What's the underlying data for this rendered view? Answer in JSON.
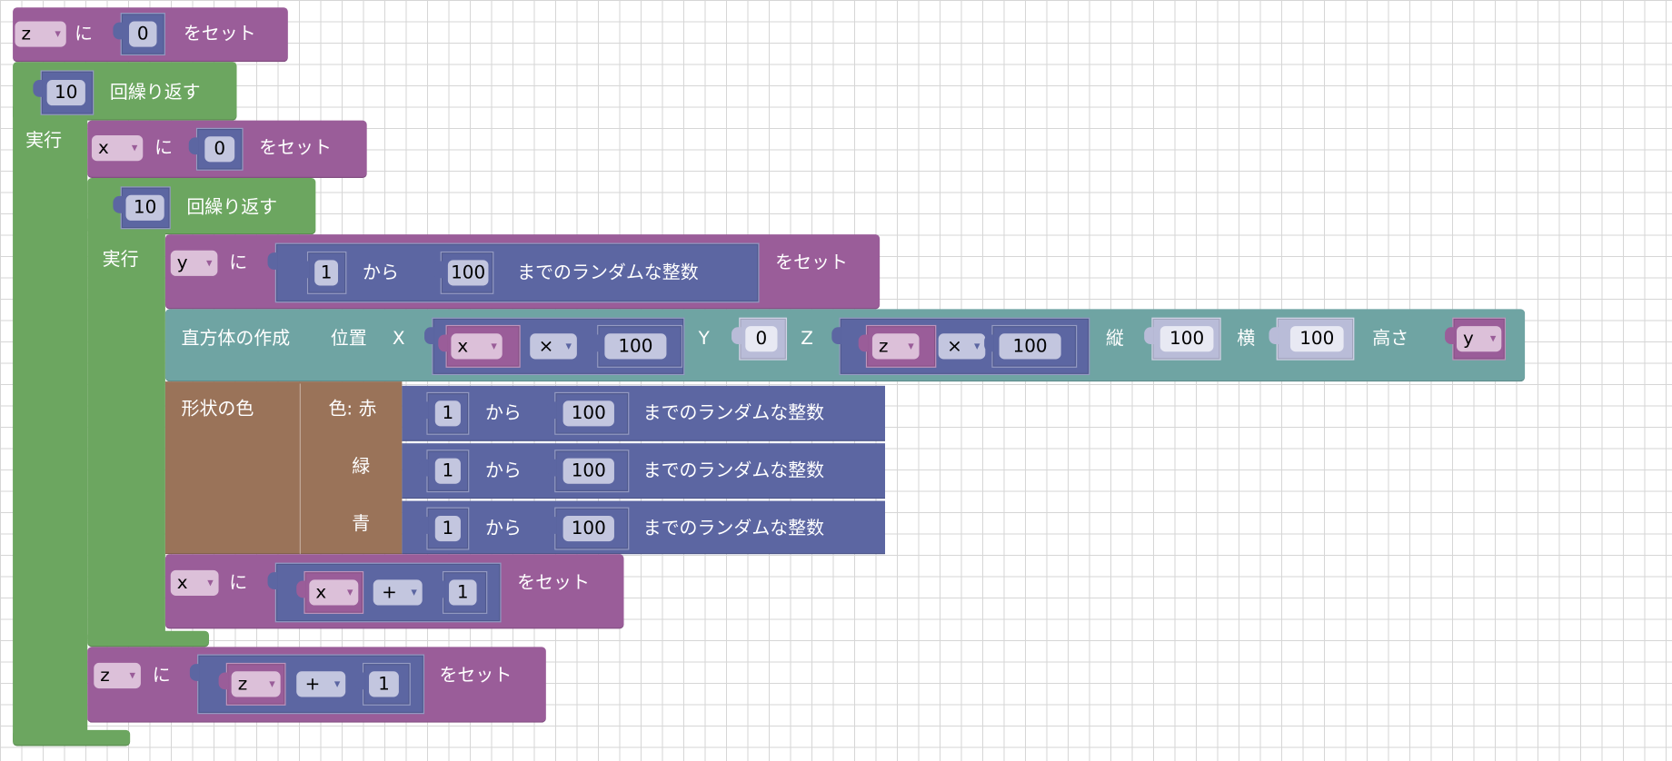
{
  "colors": {
    "variables": "#9a5d99",
    "loops": "#6ca660",
    "math": "#5c66a2",
    "cuboid": "#6fa4a3",
    "color": "#9a7359"
  },
  "set_z_init": {
    "var": "z",
    "op": "に",
    "value": "0",
    "suffix": "をセット"
  },
  "repeat_outer": {
    "count": "10",
    "label": "回繰り返す",
    "do": "実行"
  },
  "set_x_init": {
    "var": "x",
    "op": "に",
    "value": "0",
    "suffix": "をセット"
  },
  "repeat_inner": {
    "count": "10",
    "label": "回繰り返す",
    "do": "実行"
  },
  "set_y": {
    "var": "y",
    "op": "に",
    "from": "1",
    "from_label": "から",
    "to": "100",
    "to_label": "までのランダムな整数",
    "suffix": "をセット"
  },
  "create_cuboid": {
    "title": "直方体の作成",
    "pos_label": "位置",
    "x_label": "X",
    "x_expr": {
      "var": "x",
      "op": "×",
      "value": "100"
    },
    "y_label": "Y",
    "y_value": "0",
    "z_label": "Z",
    "z_expr": {
      "var": "z",
      "op": "×",
      "value": "100"
    },
    "depth_label": "縦",
    "depth": "100",
    "width_label": "横",
    "width": "100",
    "height_label": "高さ",
    "height_var": "y"
  },
  "shape_color": {
    "label": "形状の色",
    "red_label": "色: 赤",
    "green_label": "緑",
    "blue_label": "青",
    "channels": [
      {
        "from": "1",
        "from_label": "から",
        "to": "100",
        "to_label": "までのランダムな整数"
      },
      {
        "from": "1",
        "from_label": "から",
        "to": "100",
        "to_label": "までのランダムな整数"
      },
      {
        "from": "1",
        "from_label": "から",
        "to": "100",
        "to_label": "までのランダムな整数"
      }
    ]
  },
  "inc_x": {
    "var": "x",
    "op": "に",
    "expr_var": "x",
    "expr_op": "+",
    "expr_value": "1",
    "suffix": "をセット"
  },
  "inc_z": {
    "var": "z",
    "op": "に",
    "expr_var": "z",
    "expr_op": "+",
    "expr_value": "1",
    "suffix": "をセット"
  },
  "dropdown_arrow": "▾"
}
